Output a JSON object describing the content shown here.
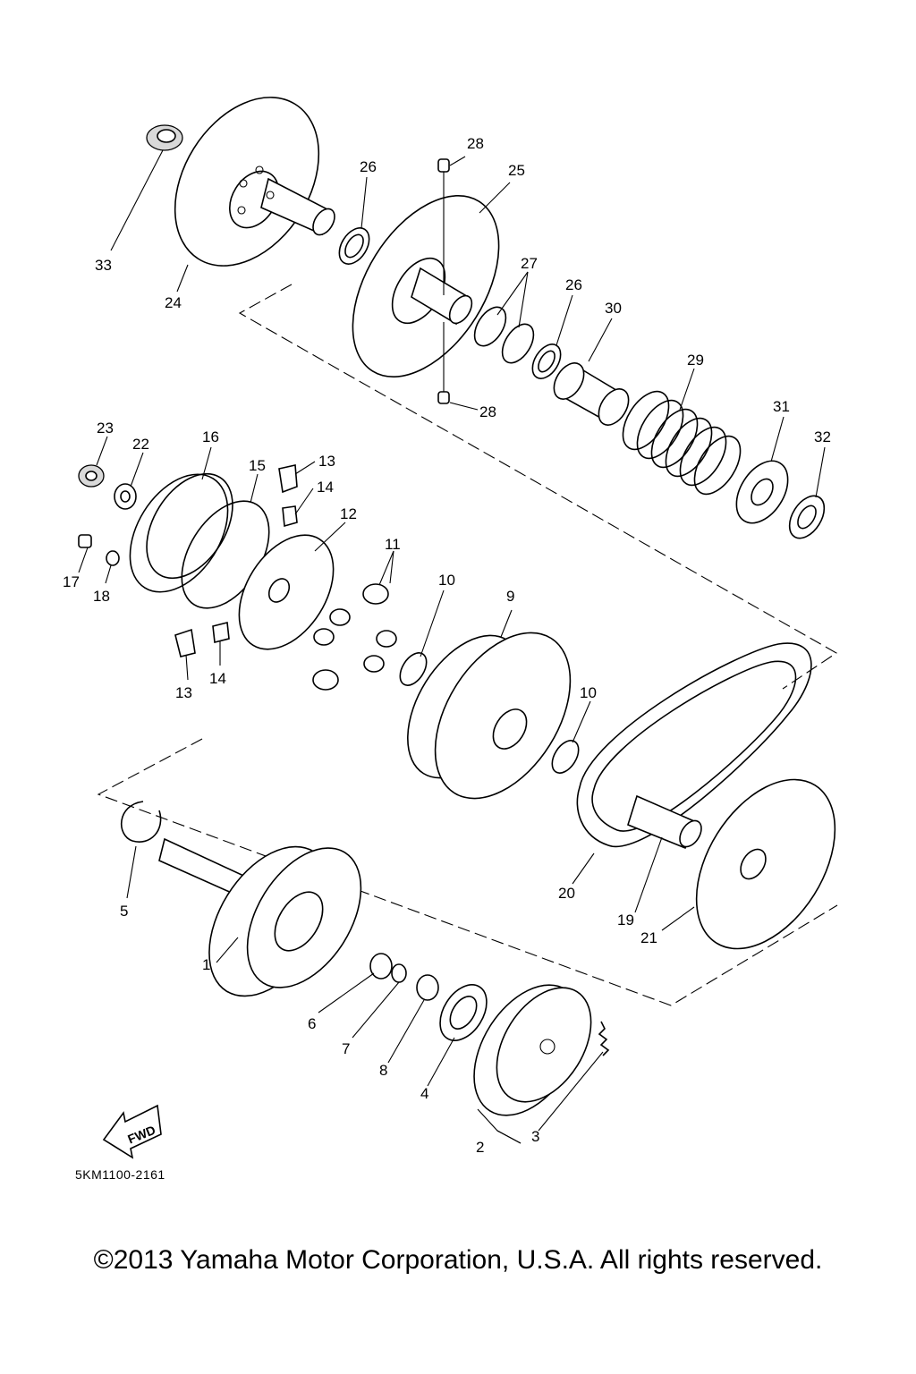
{
  "diagram": {
    "reference_code": "5KM1100-2161",
    "fwd_label": "FWD",
    "copyright": "©2013 Yamaha Motor Corporation, U.S.A. All rights reserved.",
    "callouts": [
      "1",
      "2",
      "3",
      "4",
      "5",
      "6",
      "7",
      "8",
      "9",
      "10",
      "10",
      "11",
      "12",
      "13",
      "13",
      "14",
      "14",
      "15",
      "16",
      "17",
      "18",
      "19",
      "20",
      "21",
      "22",
      "23",
      "24",
      "25",
      "26",
      "26",
      "27",
      "28",
      "28",
      "29",
      "30",
      "31",
      "32",
      "33"
    ]
  }
}
